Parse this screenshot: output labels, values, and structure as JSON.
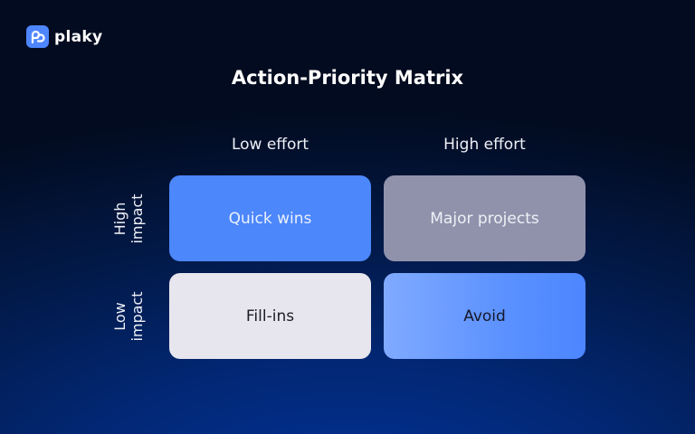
{
  "brand": {
    "name": "plaky",
    "logo_icon": "plaky-logo-icon",
    "accent": "#4d86ff"
  },
  "title": "Action-Priority Matrix",
  "columns": [
    {
      "label": "Low effort"
    },
    {
      "label": "High effort"
    }
  ],
  "rows": [
    {
      "line1": "High",
      "line2": "impact"
    },
    {
      "line1": "Low",
      "line2": "impact"
    }
  ],
  "cells": [
    {
      "label": "Quick wins",
      "color": "#4c87fb"
    },
    {
      "label": "Major projects",
      "color": "#9092ac"
    },
    {
      "label": "Fill-ins",
      "color": "#e7e6ee"
    },
    {
      "label": "Avoid",
      "color": "#6b9bff"
    }
  ],
  "background": {
    "top": "#020b1f",
    "bottom": "#03349a"
  }
}
